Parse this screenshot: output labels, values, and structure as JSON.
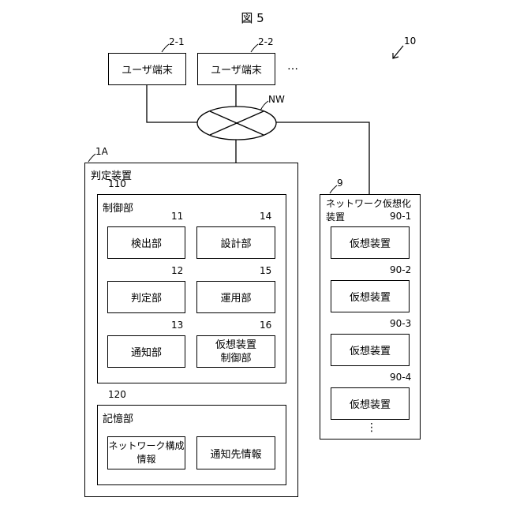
{
  "figure_title": "図 5",
  "system_ref": "10",
  "user_terminals": [
    {
      "ref": "2-1",
      "label": "ユーザ端末"
    },
    {
      "ref": "2-2",
      "label": "ユーザ端末"
    }
  ],
  "ellipsis_horizontal": "…",
  "network": {
    "ref": "NW"
  },
  "judgment_device": {
    "ref": "1A",
    "label": "判定装置",
    "control_unit": {
      "ref": "110",
      "label": "制御部",
      "units": [
        {
          "ref": "11",
          "label": "検出部"
        },
        {
          "ref": "14",
          "label": "設計部"
        },
        {
          "ref": "12",
          "label": "判定部"
        },
        {
          "ref": "15",
          "label": "運用部"
        },
        {
          "ref": "13",
          "label": "通知部"
        },
        {
          "ref": "16",
          "label_line1": "仮想装置",
          "label_line2": "制御部"
        }
      ]
    },
    "storage_unit": {
      "ref": "120",
      "label": "記憶部",
      "items": [
        {
          "label_line1": "ネットワーク構成",
          "label_line2": "情報"
        },
        {
          "label": "通知先情報"
        }
      ]
    }
  },
  "virtualization_device": {
    "ref": "9",
    "label_line1": "ネットワーク仮想化",
    "label_line2": "装置",
    "virtual_devices": [
      {
        "ref": "90-1",
        "label": "仮想装置"
      },
      {
        "ref": "90-2",
        "label": "仮想装置"
      },
      {
        "ref": "90-3",
        "label": "仮想装置"
      },
      {
        "ref": "90-4",
        "label": "仮想装置"
      }
    ],
    "ellipsis_vertical": "⋮"
  }
}
